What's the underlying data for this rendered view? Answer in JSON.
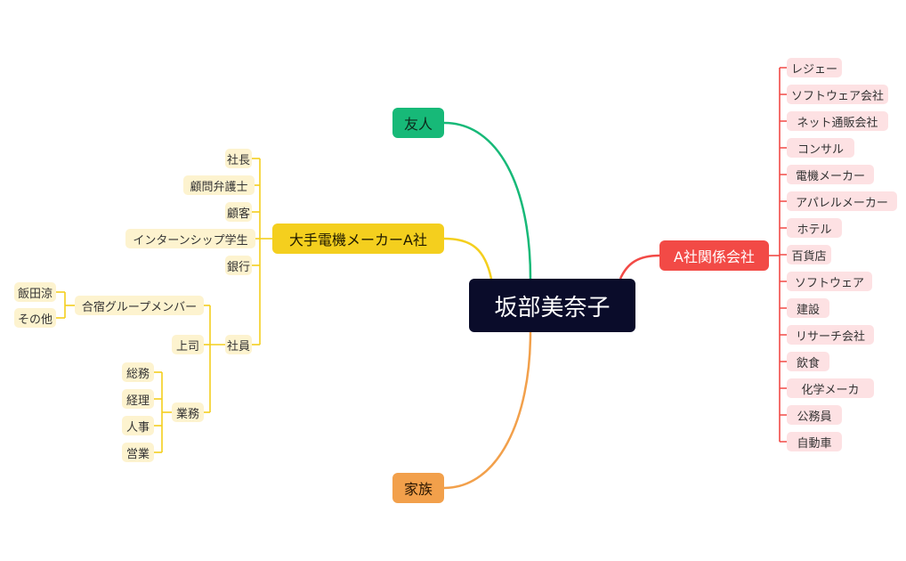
{
  "root": {
    "label": "坂部美奈子"
  },
  "branches": {
    "friends": {
      "label": "友人"
    },
    "family": {
      "label": "家族"
    },
    "company_a": {
      "label": "大手電機メーカーA社"
    },
    "affiliates": {
      "label": "A社関係会社"
    }
  },
  "company_a": {
    "president": "社長",
    "lawyer": "顧問弁護士",
    "customer": "顧客",
    "intern": "インターンシップ学生",
    "bank": "銀行",
    "employee": "社員",
    "camp": "合宿グループメンバー",
    "camp_members": [
      "飯田涼",
      "その他"
    ],
    "boss": "上司",
    "work": "業務",
    "work_items": [
      "総務",
      "経理",
      "人事",
      "営業"
    ]
  },
  "affiliates": {
    "items": [
      "レジェー",
      "ソフトウェア会社",
      "ネット通販会社",
      "コンサル",
      "電機メーカー",
      "アパレルメーカー",
      "ホテル",
      "百貨店",
      "ソフトウェア",
      "建設",
      "リサーチ会社",
      "飲食",
      "化学メーカ",
      "公務員",
      "自動車"
    ]
  },
  "colors": {
    "root": "#0a0c2a",
    "green": "#17b978",
    "yellow": "#f4cf1e",
    "orange": "#f2a04b",
    "red": "#f24a46",
    "leaf_yellow": "#fdf3cf",
    "leaf_red": "#fde1e3"
  }
}
